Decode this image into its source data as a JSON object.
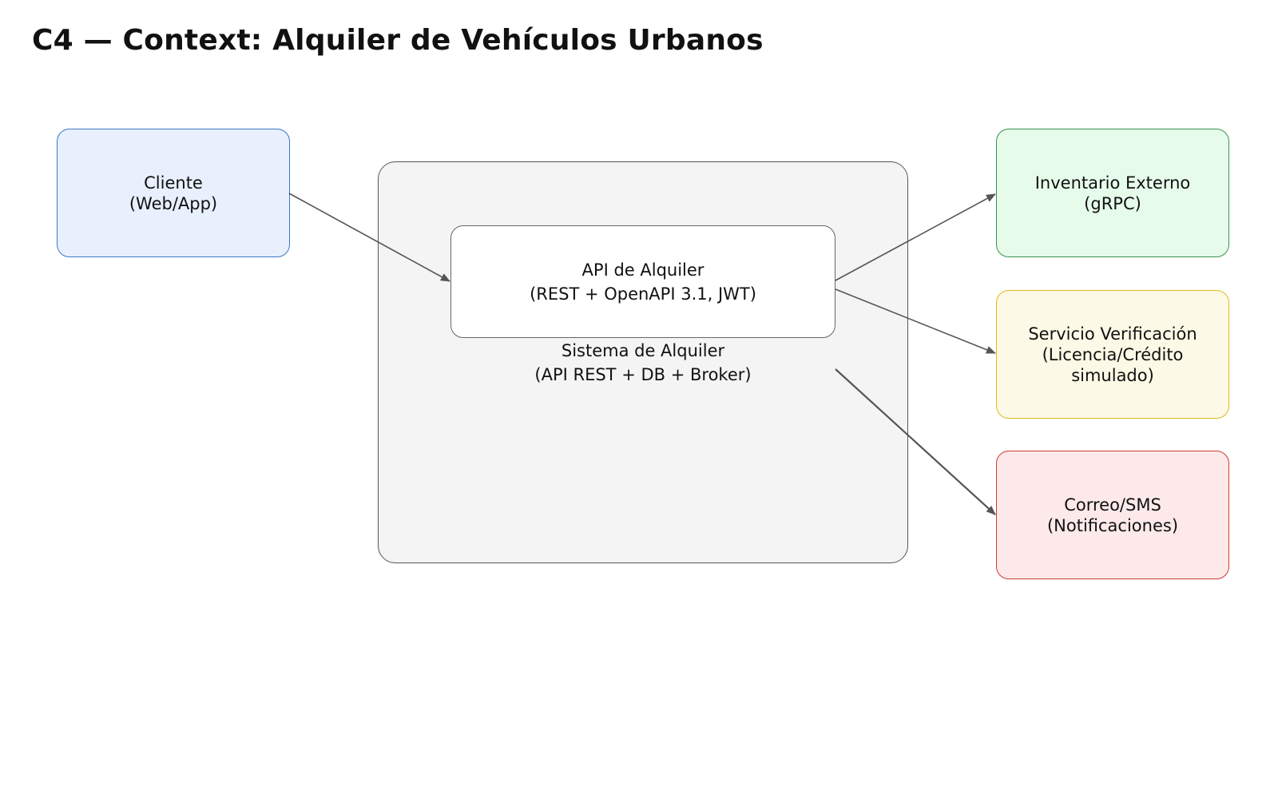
{
  "title": "C4 — Context: Alquiler de Vehículos Urbanos",
  "nodes": {
    "cliente": {
      "line1": "Cliente",
      "line2": "(Web/App)",
      "border": "#3a78c9",
      "fill": "#e8f0fd"
    },
    "system": {
      "line1": "Sistema de Alquiler",
      "line2": "(API REST + DB + Broker)",
      "border": "#555555",
      "fill": "#f4f4f4"
    },
    "api": {
      "line1": "API de Alquiler",
      "line2": "(REST + OpenAPI 3.1, JWT)",
      "border": "#666666",
      "fill": "#ffffff"
    },
    "inventario": {
      "line1": "Inventario Externo",
      "line2": "(gRPC)",
      "border": "#3a9350",
      "fill": "#e6fbea"
    },
    "verificacion": {
      "line1": "Servicio Verificación",
      "line2": "(Licencia/Crédito",
      "line3": "simulado)",
      "border": "#e0b918",
      "fill": "#fcf9e6"
    },
    "notificaciones": {
      "line1": "Correo/SMS",
      "line2": "(Notificaciones)",
      "border": "#cf3a34",
      "fill": "#fde9e9"
    }
  },
  "edges": [
    {
      "from": "cliente",
      "to": "api"
    },
    {
      "from": "api",
      "to": "inventario"
    },
    {
      "from": "api",
      "to": "verificacion"
    },
    {
      "from": "system",
      "to": "notificaciones"
    }
  ],
  "arrow_color": "#555555"
}
